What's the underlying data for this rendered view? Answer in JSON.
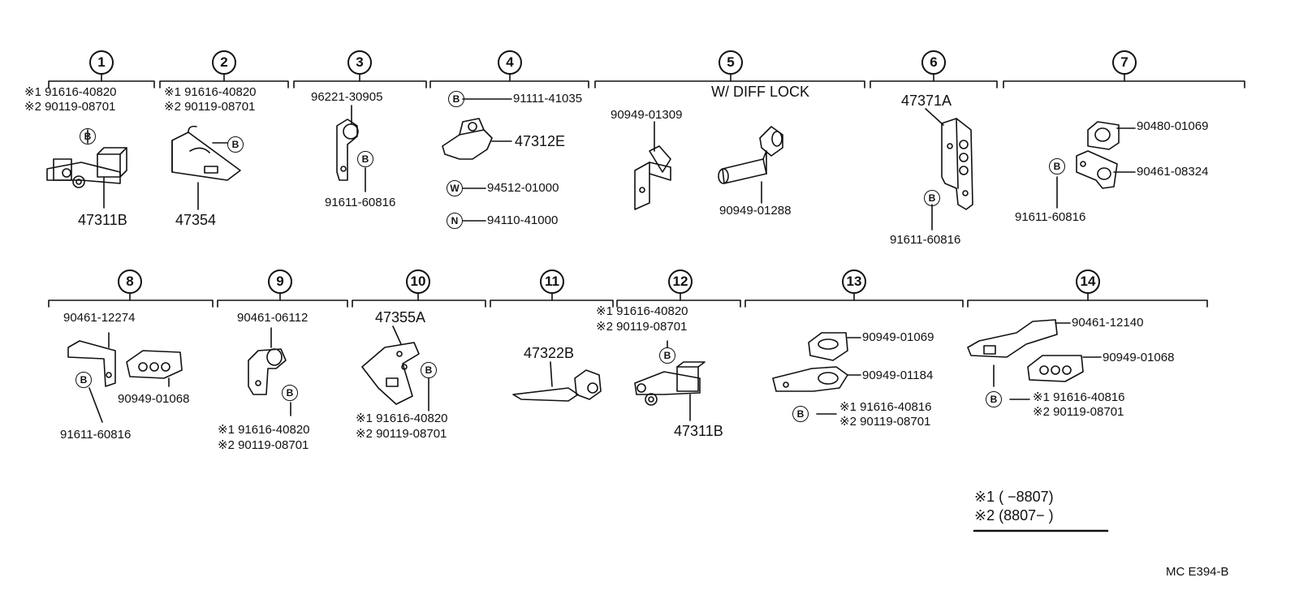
{
  "groups": [
    {
      "number": "1"
    },
    {
      "number": "2"
    },
    {
      "number": "3"
    },
    {
      "number": "4"
    },
    {
      "number": "5"
    },
    {
      "number": "6"
    },
    {
      "number": "7"
    },
    {
      "number": "8"
    },
    {
      "number": "9"
    },
    {
      "number": "10"
    },
    {
      "number": "11"
    },
    {
      "number": "12"
    },
    {
      "number": "13"
    },
    {
      "number": "14"
    }
  ],
  "notes": {
    "variant1_mark": "※1",
    "variant2_mark": "※2",
    "diff_lock": "W/ DIFF  LOCK",
    "bolt_symbol": "B",
    "washer_symbol": "W",
    "nut_symbol": "N"
  },
  "parts": {
    "g1": {
      "v1": "91616-40820",
      "v2": "90119-08701",
      "main": "47311B"
    },
    "g2": {
      "v1": "91616-40820",
      "v2": "90119-08701",
      "main": "47354"
    },
    "g3": {
      "top": "96221-30905",
      "bottom": "91611-60816"
    },
    "g4": {
      "bolt": "91111-41035",
      "main": "47312E",
      "washer": "94512-01000",
      "nut": "94110-41000"
    },
    "g5": {
      "left": "90949-01309",
      "right": "90949-01288"
    },
    "g6": {
      "main": "47371A",
      "bottom": "91611-60816"
    },
    "g7": {
      "top": "90480-01069",
      "mid": "90461-08324",
      "bottom": "91611-60816"
    },
    "g8": {
      "top": "90461-12274",
      "mid": "90949-01068",
      "bottom": "91611-60816"
    },
    "g9": {
      "top": "90461-06112",
      "v1": "91616-40820",
      "v2": "90119-08701"
    },
    "g10": {
      "top": "47355A",
      "v1": "91616-40820",
      "v2": "90119-08701"
    },
    "g11": {
      "main": "47322B"
    },
    "g12": {
      "v1": "91616-40820",
      "v2": "90119-08701",
      "main": "47311B"
    },
    "g13": {
      "top": "90949-01069",
      "mid": "90949-01184",
      "v1": "91616-40816",
      "v2": "90119-08701"
    },
    "g14": {
      "top": "90461-12140",
      "mid": "90949-01068",
      "v1": "91616-40816",
      "v2": "90119-08701"
    }
  },
  "legend": {
    "line1_mark": "※1",
    "line1_text": "(        −8807)",
    "line2_mark": "※2",
    "line2_text": "(8807−        )"
  },
  "footer": {
    "code": "MC  E394-B"
  }
}
